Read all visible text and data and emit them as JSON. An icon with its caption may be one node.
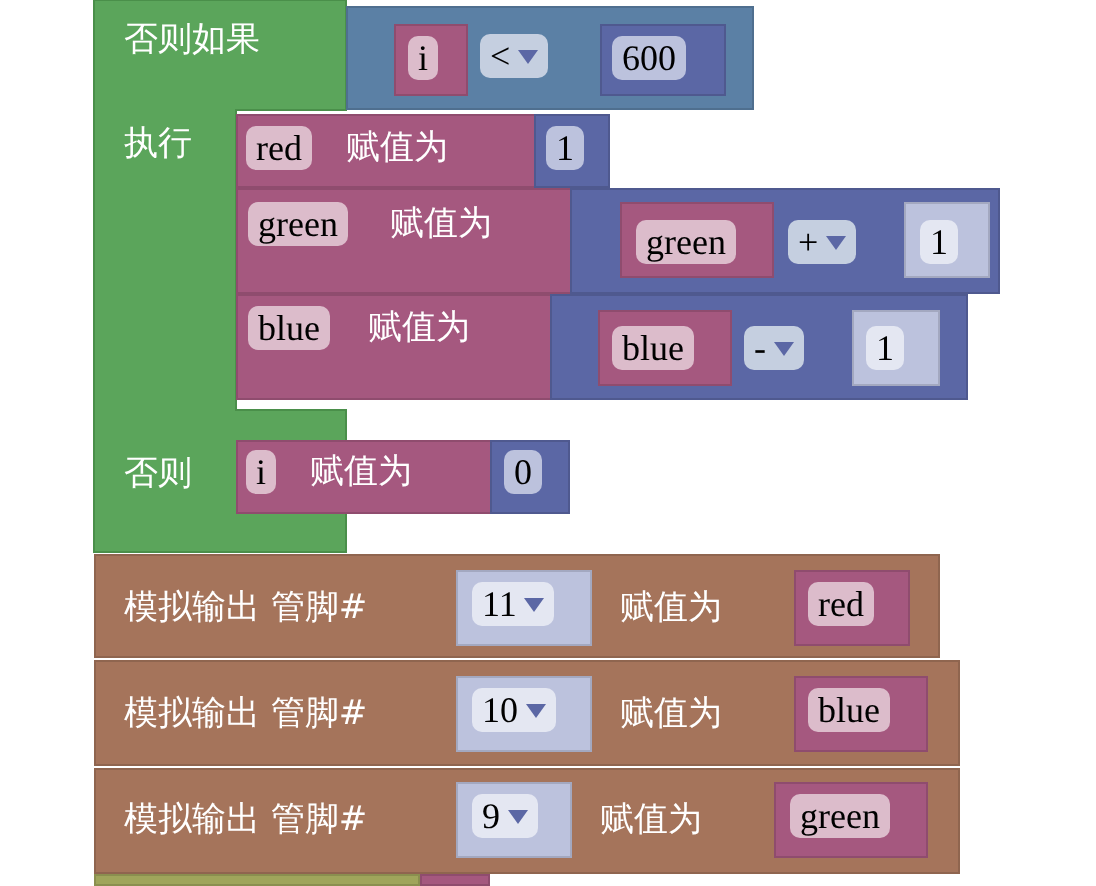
{
  "diagram": {
    "nodes": [
      {
        "text": [
          "否则如果",
          "执行",
          "否则"
        ]
      },
      {
        "text": [
          "<"
        ]
      },
      {
        "text": [
          "i"
        ],
        "in": 1
      },
      {
        "text": [
          "600"
        ],
        "in": 1
      },
      {
        "text": [
          "red",
          "赋值为"
        ]
      },
      {
        "text": [
          "1"
        ]
      },
      {
        "text": [
          "green",
          "赋值为"
        ]
      },
      {
        "text": [
          "+"
        ]
      },
      {
        "text": [
          "green"
        ],
        "in": 7
      },
      {
        "text": [
          "1"
        ],
        "in": 7
      },
      {
        "text": [
          "blue",
          "赋值为"
        ]
      },
      {
        "text": [
          "-"
        ]
      },
      {
        "text": [
          "blue"
        ],
        "in": 11
      },
      {
        "text": [
          "1"
        ],
        "in": 11
      },
      {
        "text": [
          "i",
          "赋值为"
        ]
      },
      {
        "text": [
          "0"
        ]
      },
      {
        "text": [
          "模拟输出 管脚#",
          "赋值为"
        ]
      },
      {
        "text": [
          "11"
        ],
        "in": 16
      },
      {
        "text": [
          "red"
        ],
        "in": 16
      },
      {
        "text": [
          "模拟输出 管脚#",
          "赋值为"
        ]
      },
      {
        "text": [
          "10"
        ],
        "in": 19
      },
      {
        "text": [
          "blue"
        ],
        "in": 19
      },
      {
        "text": [
          "模拟输出 管脚#",
          "赋值为"
        ]
      },
      {
        "text": [
          "9"
        ],
        "in": 22
      },
      {
        "text": [
          "green"
        ],
        "in": 22
      },
      {
        "text": [],
        "shape": "box"
      },
      {
        "text": [],
        "shape": "box"
      }
    ]
  }
}
